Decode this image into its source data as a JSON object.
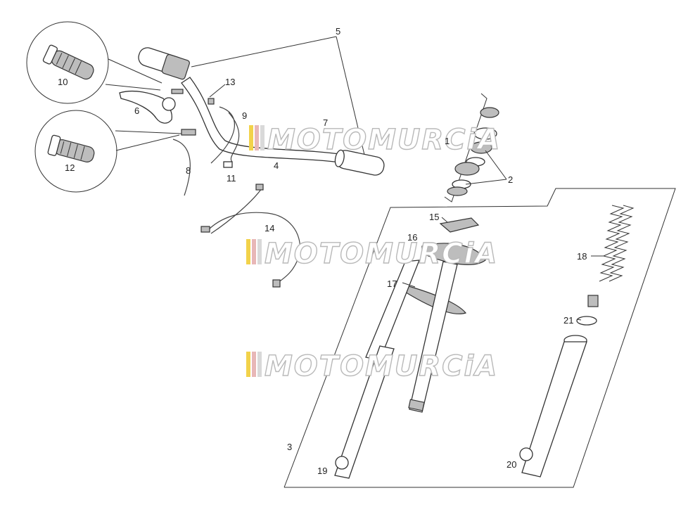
{
  "watermark": {
    "text": "MOTOMURCiA",
    "stripe_colors": [
      "#f2d24a",
      "#e8b7b7",
      "#d9d9d9"
    ]
  },
  "callouts": {
    "c1": "1",
    "c2": "2",
    "c3": "3",
    "c4": "4",
    "c5": "5",
    "c6": "6",
    "c7": "7",
    "c8": "8",
    "c9": "9",
    "c10": "10",
    "c11": "11",
    "c12": "12",
    "c13": "13",
    "c14": "14",
    "c15": "15",
    "c16": "16",
    "c17": "17",
    "c18": "18",
    "c19": "19",
    "c20": "20",
    "c21": "21"
  }
}
